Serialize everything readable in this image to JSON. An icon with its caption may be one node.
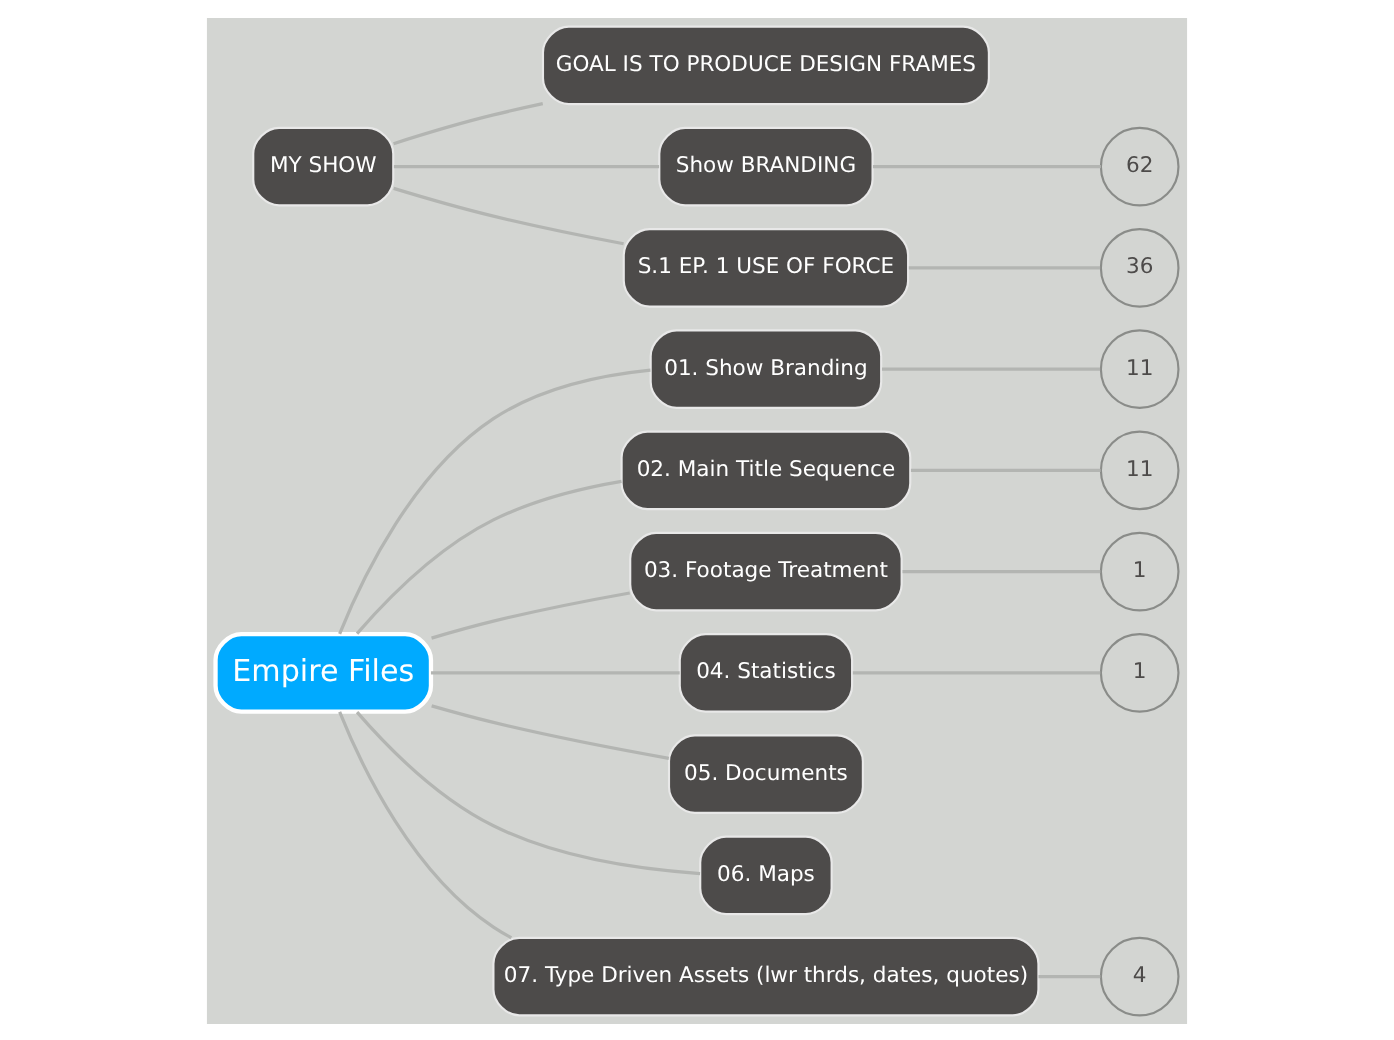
{
  "diagram": {
    "nodes": [
      {
        "text": [
          "Empire Files"
        ]
      },
      {
        "text": [
          "01. Show Branding"
        ]
      },
      {
        "text": [
          "02. Main Title Sequence"
        ]
      },
      {
        "text": [
          "03. Footage Treatment"
        ]
      },
      {
        "text": [
          "04. Statistics"
        ]
      },
      {
        "text": [
          "05. Documents"
        ]
      },
      {
        "text": [
          "06. Maps"
        ]
      },
      {
        "text": [
          "07. Type Driven Assets (lwr thrds, dates, quotes)"
        ]
      },
      {
        "text": [
          "11"
        ]
      },
      {
        "text": [
          "11"
        ]
      },
      {
        "text": [
          "1"
        ]
      },
      {
        "text": [
          "1"
        ]
      },
      {
        "text": [
          "4"
        ]
      },
      {
        "text": [
          "MY SHOW"
        ]
      },
      {
        "text": [
          "GOAL IS TO PRODUCE DESIGN FRAMES"
        ]
      },
      {
        "text": [
          "Show BRANDING"
        ]
      },
      {
        "text": [
          "S.1 EP. 1 USE OF FORCE"
        ]
      },
      {
        "text": [
          "62"
        ]
      },
      {
        "text": [
          "36"
        ]
      }
    ],
    "edges": [
      {
        "from": 0,
        "to": 1,
        "arrow": "none"
      },
      {
        "from": 0,
        "to": 2,
        "arrow": "none"
      },
      {
        "from": 0,
        "to": 3,
        "arrow": "none"
      },
      {
        "from": 0,
        "to": 4,
        "arrow": "none"
      },
      {
        "from": 0,
        "to": 5,
        "arrow": "none"
      },
      {
        "from": 0,
        "to": 6,
        "arrow": "none"
      },
      {
        "from": 0,
        "to": 7,
        "arrow": "none"
      },
      {
        "from": 1,
        "to": 8,
        "arrow": "none"
      },
      {
        "from": 2,
        "to": 9,
        "arrow": "none"
      },
      {
        "from": 3,
        "to": 10,
        "arrow": "none"
      },
      {
        "from": 4,
        "to": 11,
        "arrow": "none"
      },
      {
        "from": 7,
        "to": 12,
        "arrow": "none"
      },
      {
        "from": 13,
        "to": 14,
        "arrow": "none"
      },
      {
        "from": 13,
        "to": 15,
        "arrow": "none"
      },
      {
        "from": 13,
        "to": 16,
        "arrow": "none"
      },
      {
        "from": 15,
        "to": 17,
        "arrow": "none"
      },
      {
        "from": 16,
        "to": 18,
        "arrow": "none"
      }
    ]
  }
}
